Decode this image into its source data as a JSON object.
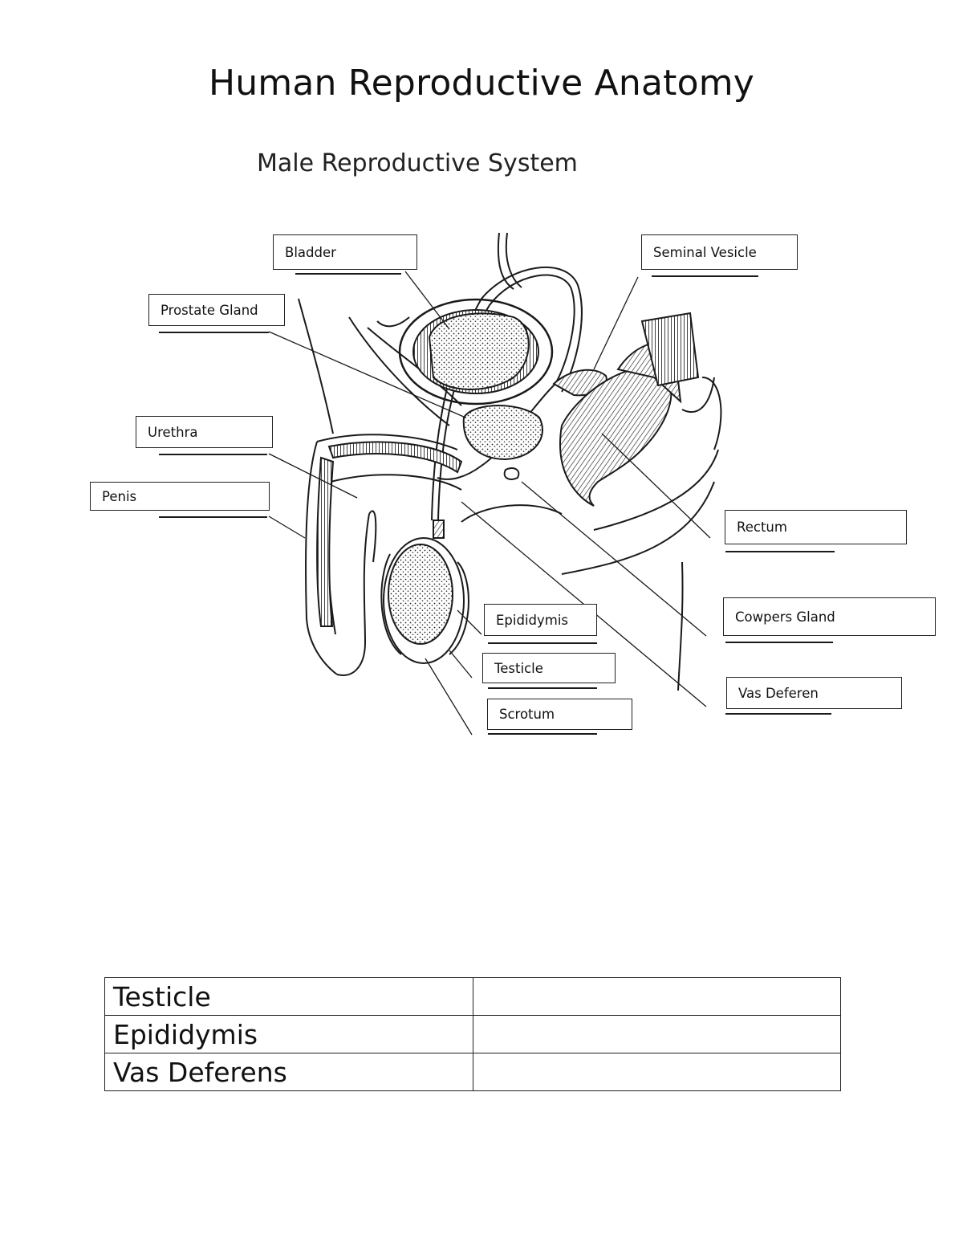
{
  "title": "Human Reproductive Anatomy",
  "subtitle": "Male Reproductive System",
  "labels": {
    "bladder": "Bladder",
    "prostate_gland": "Prostate Gland",
    "urethra": "Urethra",
    "penis": "Penis",
    "seminal_vesicle": "Seminal Vesicle",
    "rectum": "Rectum",
    "cowpers_gland": "Cowpers Gland",
    "vas_deferen": "Vas Deferen",
    "epididymis": "Epididymis",
    "testicle": "Testicle",
    "scrotum": "Scrotum"
  },
  "table": {
    "rows": [
      {
        "term": "Testicle",
        "answer": ""
      },
      {
        "term": "Epididymis",
        "answer": ""
      },
      {
        "term": "Vas Deferens",
        "answer": ""
      }
    ]
  }
}
